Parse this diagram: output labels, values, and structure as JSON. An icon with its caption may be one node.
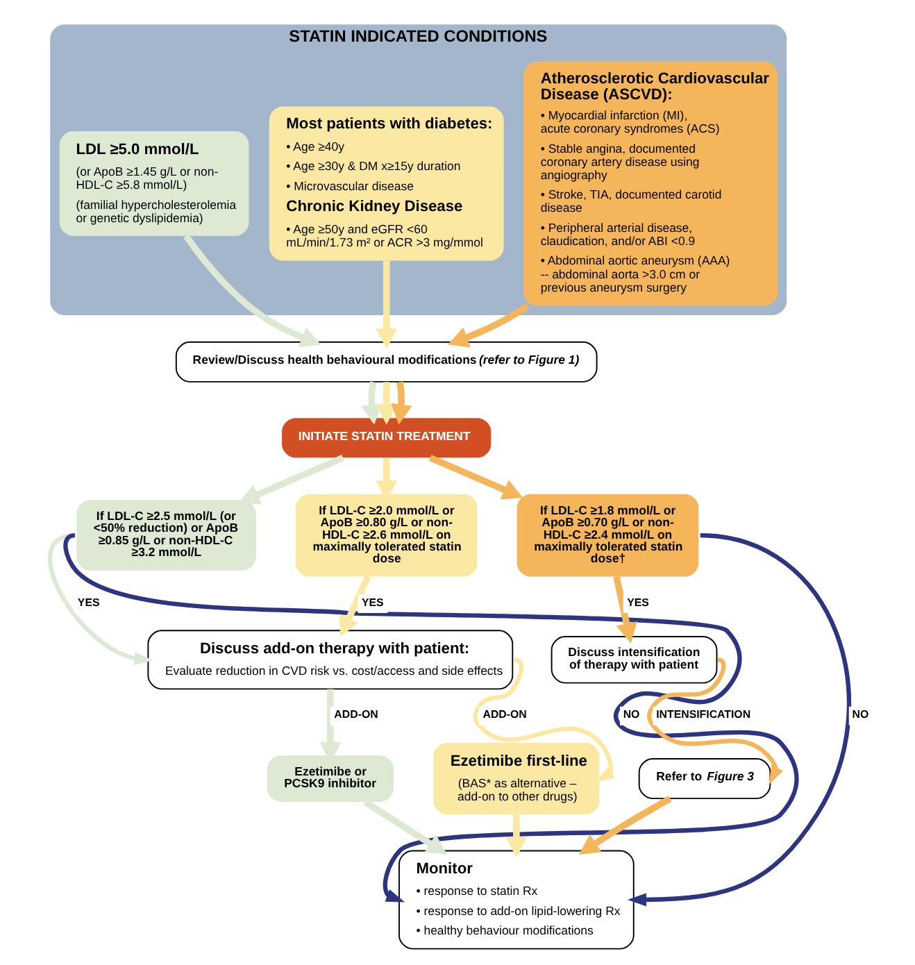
{
  "diagram": {
    "nodes": [
      {
        "text": [
          "STATIN INDICATED CONDITIONS"
        ]
      },
      {
        "text": [
          "LDL ≥5.0 mmol/L",
          "(or ApoB ≥1.45 g/L or non-HDL-C ≥5.8 mmol/L)",
          "(familial hypercholesterolemia or genetic dyslipidemia)"
        ],
        "in": 0
      },
      {
        "text": [
          "Most patients with diabetes:",
          "• Age ≥40y",
          "• Age ≥30y & DM x≥15y duration",
          "• Microvascular disease",
          "Chronic Kidney Disease",
          "• Age ≥50y and eGFR <60 mL/min/1.73 m² or ACR >3 mg/mmol"
        ],
        "in": 0
      },
      {
        "text": [
          "Atherosclerotic Cardiovascular Disease (ASCVD):",
          "• Myocardial infarction (MI), acute coronary syndromes (ACS)",
          "• Stable angina, documented coronary artery disease using angiography",
          "• Stroke, TIA, documented carotid disease",
          "• Peripheral arterial disease, claudication, and/or ABI <0.9",
          "• Abdominal aortic aneurysm (AAA) -- abdominal aorta >3.0 cm or previous aneurysm surgery"
        ],
        "in": 0
      },
      {
        "text": [
          "Review/Discuss health behavioural modifications *(refer to Figure 1)*"
        ]
      },
      {
        "text": [
          "INITIATE STATIN TREATMENT"
        ]
      },
      {
        "text": [
          "If LDL-C ≥2.5 mmol/L (or <50% reduction) or ApoB ≥0.85 g/L or non-HDL-C ≥3.2 mmol/L"
        ]
      },
      {
        "text": [
          "If LDL-C ≥2.0 mmol/L or ApoB ≥0.80 g/L or non-HDL-C ≥2.6 mmol/L on maximally tolerated statin dose"
        ]
      },
      {
        "text": [
          "If LDL-C ≥1.8 mmol/L or ApoB ≥0.70 g/L or non-HDL-C ≥2.4 mmol/L on maximally tolerated statin dose†"
        ]
      },
      {
        "text": [
          "Discuss add-on therapy with patient:",
          "Evaluate reduction in CVD risk vs. cost/access and side effects"
        ]
      },
      {
        "text": [
          "Discuss intensification of therapy with patient"
        ]
      },
      {
        "text": [
          "Ezetimibe or PCSK9 inhibitor"
        ]
      },
      {
        "text": [
          "Ezetimibe first-line",
          "(BAS* as alternative – add-on to other drugs)"
        ]
      },
      {
        "text": [
          "Refer to *Figure 3*"
        ]
      },
      {
        "text": [
          "Monitor",
          "• response to statin Rx",
          "• response to add-on lipid-lowering Rx",
          "• healthy behaviour modifications"
        ]
      }
    ],
    "edges": [
      {
        "from": 1,
        "to": 4,
        "arrow": "to",
        "color": "#dde9d3"
      },
      {
        "from": 2,
        "to": 4,
        "arrow": "to",
        "color": "#fbe9a3"
      },
      {
        "from": 3,
        "to": 4,
        "arrow": "to",
        "color": "#f5b55a"
      },
      {
        "from": 4,
        "to": 5,
        "arrow": "to",
        "color": "#dde9d3"
      },
      {
        "from": 4,
        "to": 5,
        "arrow": "to",
        "color": "#fbe9a3"
      },
      {
        "from": 4,
        "to": 5,
        "arrow": "to",
        "color": "#f5b55a"
      },
      {
        "from": 5,
        "to": 6,
        "arrow": "to",
        "color": "#dde9d3"
      },
      {
        "from": 5,
        "to": 7,
        "arrow": "to",
        "color": "#fbe9a3"
      },
      {
        "from": 5,
        "to": 8,
        "arrow": "to",
        "color": "#f5b55a"
      },
      {
        "from": 6,
        "to": 9,
        "arrow": "to",
        "label": "YES",
        "color": "#dde9d3"
      },
      {
        "from": 7,
        "to": 9,
        "arrow": "to",
        "label": "YES",
        "color": "#fbe9a3"
      },
      {
        "from": 8,
        "to": 10,
        "arrow": "to",
        "label": "YES",
        "color": "#f5b55a"
      },
      {
        "from": 9,
        "to": 11,
        "arrow": "to",
        "label": "ADD-ON",
        "color": "#dde9d3"
      },
      {
        "from": 9,
        "to": 12,
        "arrow": "to",
        "label": "ADD-ON",
        "color": "#fbe9a3"
      },
      {
        "from": 10,
        "to": 13,
        "arrow": "to",
        "label": "INTENSIFICATION",
        "color": "#f5b55a"
      },
      {
        "from": 11,
        "to": 14,
        "arrow": "to",
        "color": "#dde9d3"
      },
      {
        "from": 12,
        "to": 14,
        "arrow": "to",
        "color": "#fbe9a3"
      },
      {
        "from": 13,
        "to": 14,
        "arrow": "to",
        "color": "#f5b55a"
      },
      {
        "from": 6,
        "to": 14,
        "arrow": "to",
        "label": "NO",
        "color": "#2e3580"
      },
      {
        "from": 8,
        "to": 14,
        "arrow": "to",
        "label": "NO",
        "color": "#2e3580"
      }
    ]
  }
}
